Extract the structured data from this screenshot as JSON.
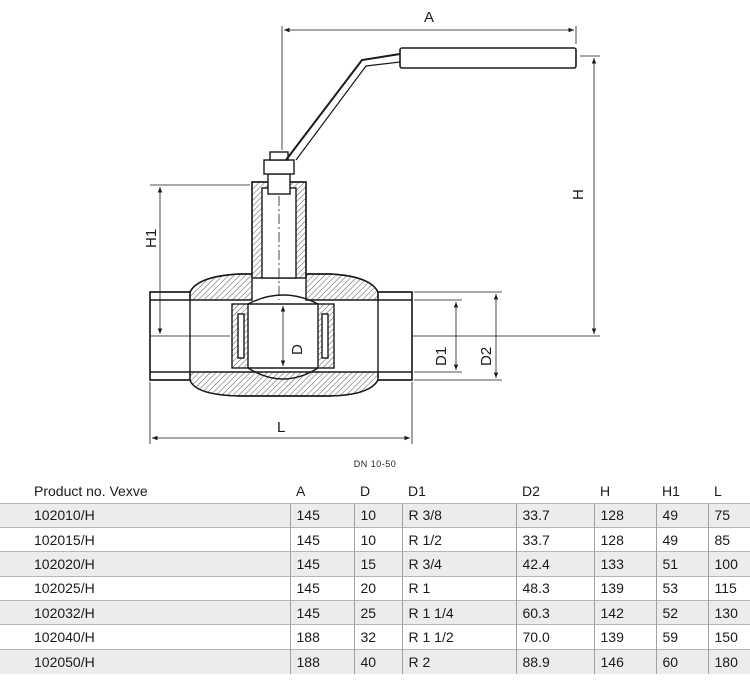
{
  "drawing": {
    "dim_labels": {
      "A": "A",
      "H": "H",
      "H1": "H1",
      "D": "D",
      "D1": "D1",
      "D2": "D2",
      "L": "L"
    },
    "line_color": "#1a1a1a",
    "hatch_color": "#555555"
  },
  "table": {
    "caption": "DN 10-50",
    "headers": [
      "Product no. Vexve",
      "A",
      "D",
      "D1",
      "D2",
      "H",
      "H1",
      "L"
    ],
    "rows": [
      [
        "102010/H",
        "145",
        "10",
        "R 3/8",
        "33.7",
        "128",
        "49",
        "75"
      ],
      [
        "102015/H",
        "145",
        "10",
        "R 1/2",
        "33.7",
        "128",
        "49",
        "85"
      ],
      [
        "102020/H",
        "145",
        "15",
        "R 3/4",
        "42.4",
        "133",
        "51",
        "100"
      ],
      [
        "102025/H",
        "145",
        "20",
        "R 1",
        "48.3",
        "139",
        "53",
        "115"
      ],
      [
        "102032/H",
        "145",
        "25",
        "R 1 1/4",
        "60.3",
        "142",
        "52",
        "130"
      ],
      [
        "102040/H",
        "188",
        "32",
        "R 1 1/2",
        "70.0",
        "139",
        "59",
        "150"
      ],
      [
        "102050/H",
        "188",
        "40",
        "R 2",
        "88.9",
        "146",
        "60",
        "180"
      ]
    ],
    "stripe_color": "#ececec"
  }
}
